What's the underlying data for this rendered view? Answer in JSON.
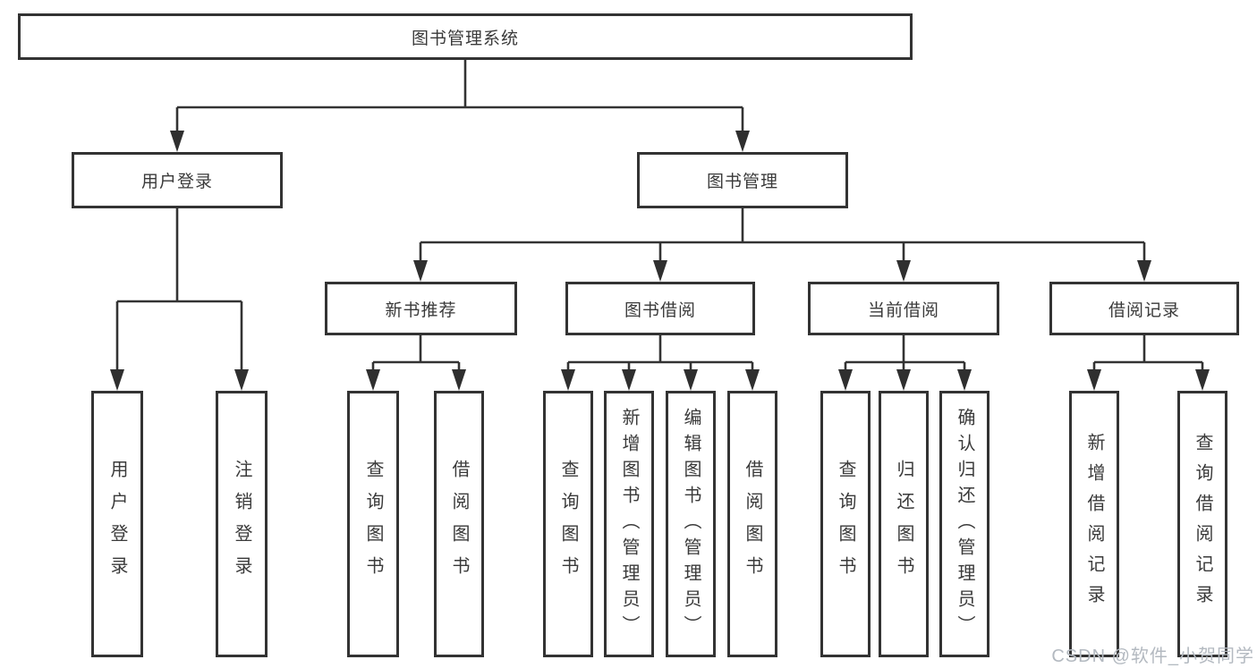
{
  "tree": {
    "root": {
      "label": "图书管理系统"
    },
    "level2": [
      {
        "label": "用户登录"
      },
      {
        "label": "图书管理"
      }
    ],
    "level3": [
      {
        "label": "新书推荐"
      },
      {
        "label": "图书借阅"
      },
      {
        "label": "当前借阅"
      },
      {
        "label": "借阅记录"
      }
    ],
    "leaves": {
      "login": [
        "用户登录",
        "注销登录"
      ],
      "recommend": [
        "查询图书",
        "借阅图书"
      ],
      "borrow": [
        "查询图书",
        "新增图书（管理员）",
        "编辑图书（管理员）",
        "借阅图书"
      ],
      "current": [
        "查询图书",
        "归还图书",
        "确认归还（管理员）"
      ],
      "records": [
        "新增借阅记录",
        "查询借阅记录"
      ]
    }
  },
  "watermark": "CSDN @软件_小贺同学",
  "colors": {
    "line": "#333333",
    "text": "#3a3a3a",
    "background": "#ffffff",
    "watermark": "#b3b9c0"
  }
}
